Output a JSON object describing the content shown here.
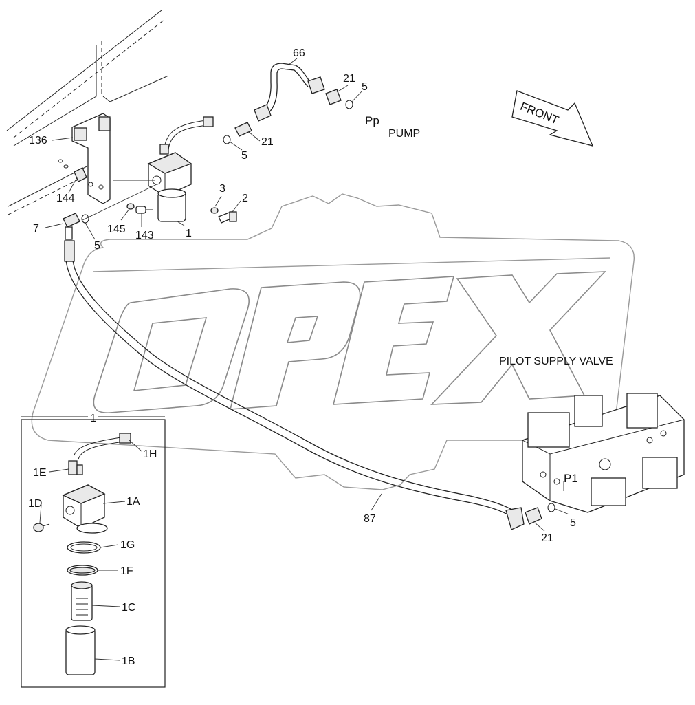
{
  "watermark": {
    "text": "OPEX",
    "color": "#8a8a8a"
  },
  "titles": {
    "pump": "PUMP",
    "pilot_supply_valve": "PILOT SUPPLY VALVE",
    "front_arrow": "FRONT"
  },
  "port_labels": {
    "pp": "Pp",
    "p1": "P1"
  },
  "callouts": {
    "n136": "136",
    "n144": "144",
    "n7": "7",
    "n5_left": "5",
    "n145": "145",
    "n143": "143",
    "n1_main": "1",
    "n3": "3",
    "n2": "2",
    "n5_mid": "5",
    "n21_mid": "21",
    "n66": "66",
    "n21_top": "21",
    "n5_top": "5",
    "n87": "87",
    "n21_bottom": "21",
    "n5_bottom": "5"
  },
  "inset": {
    "title": "1",
    "labels": {
      "h": "1H",
      "e": "1E",
      "d": "1D",
      "a": "1A",
      "g": "1G",
      "f": "1F",
      "c": "1C",
      "b": "1B"
    }
  }
}
